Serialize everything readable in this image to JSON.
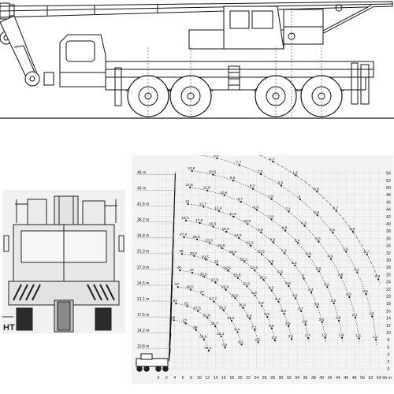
{
  "front_view": {
    "label": "HT"
  },
  "chart": {
    "x_axis_labels": [
      "0",
      "2",
      "4",
      "6",
      "8",
      "10",
      "12",
      "14",
      "16",
      "18",
      "20",
      "22",
      "24",
      "26",
      "28",
      "30",
      "32",
      "34",
      "36",
      "38",
      "40",
      "42",
      "44",
      "46",
      "48",
      "50",
      "52",
      "54",
      "56 m"
    ],
    "y_axis_labels": [
      "0",
      "2",
      "4",
      "6",
      "8",
      "10",
      "12",
      "14",
      "16",
      "18",
      "20",
      "22",
      "24",
      "26",
      "28",
      "30",
      "32",
      "34",
      "36",
      "38",
      "40",
      "42",
      "44",
      "46",
      "48",
      "50",
      "52",
      "54"
    ],
    "boom_lengths": [
      "10,8 m",
      "14,2 m",
      "17,6 m",
      "21,1 m",
      "24,5 m",
      "27,9 m",
      "31,3 m",
      "34,8 m",
      "38,2 m",
      "41,6 m",
      "45 m",
      "48 m"
    ],
    "capacity_rows": [
      [
        "60",
        "57",
        "39",
        "28,9",
        "16,1"
      ],
      [
        "62",
        "52",
        "37,5",
        "21,6",
        "15,7",
        "12,1",
        "7,6"
      ],
      [
        "57",
        "49,5",
        "37",
        "27,7",
        "21,1",
        "13,4",
        "9,4",
        "6,1"
      ],
      [
        "46",
        "44",
        "35,5",
        "27,5",
        "20,6",
        "16,5",
        "11,6",
        "9,8",
        "7,1",
        "4,5"
      ],
      [
        "35",
        "30,5",
        "29,5",
        "26",
        "19,5",
        "15,6",
        "12,6",
        "9,8",
        "7,9",
        "6,3",
        "4,2",
        "2,3"
      ],
      [
        "27,9",
        "25,5",
        "23,3",
        "20,9",
        "18,5",
        "15,2",
        "12,4",
        "10,1",
        "8,3",
        "6,4",
        "5,4",
        "3,5",
        "2,1"
      ],
      [
        "18,2",
        "17,5",
        "16,5",
        "15,5",
        "14,2",
        "12,2",
        "10,3",
        "8,5",
        "6,9",
        "5,8",
        "4,6",
        "3,7",
        "2,9",
        "1,7"
      ],
      [
        "15",
        "13,7",
        "12,4",
        "11,8",
        "10,5",
        "9,8",
        "8,5",
        "7,3",
        "6,1",
        "5",
        "4,3",
        "3,6",
        "2,5",
        "1,2"
      ],
      [
        "12,8",
        "11,8",
        "10,8",
        "9,7",
        "8,8",
        "7,8",
        "6,9",
        "5,4",
        "4,8",
        "3,8",
        "3,2",
        "2,5",
        "1,9",
        "1,4"
      ],
      [
        "10,8",
        "10,5",
        "9,6",
        "8,7",
        "7,8",
        "7,1",
        "6,3",
        "5,5",
        "4,6",
        "3,9",
        "3,2",
        "2,4",
        "1,5"
      ],
      [
        "8,7",
        "8,4",
        "7,7",
        "7,2",
        "6,5",
        "6",
        "5,5",
        "4,9",
        "3,9",
        "3,1",
        "2,6",
        "1,5",
        "1,1"
      ],
      [
        "3,1",
        "2,7",
        "2,4",
        "1,7",
        "1,2",
        "0,9",
        "0,7",
        "0,8",
        "0,7",
        "0,6"
      ]
    ]
  }
}
